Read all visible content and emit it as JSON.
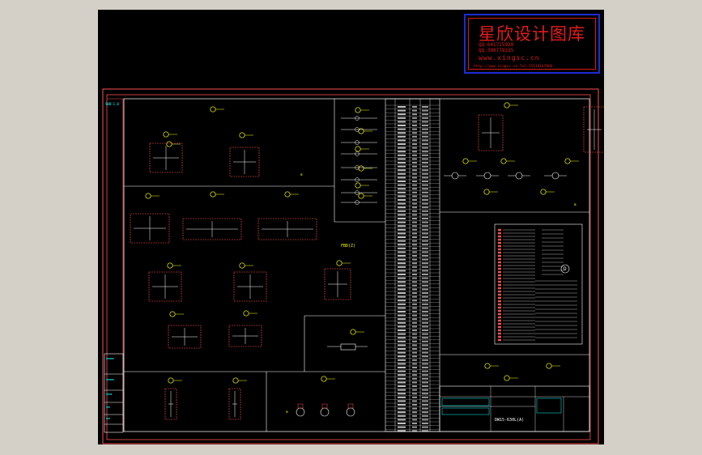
{
  "watermark": {
    "title": "星欣设计图库",
    "line1": "QQ:641725920",
    "line2": "QQ:398778335",
    "url": "www.xingsc.cn",
    "footer": "http://www.xingsc.cn   Tel:15118147966"
  },
  "drawing": {
    "corner_note": "SWB-1.0",
    "section_note_a": "m",
    "section_note_b": "m",
    "section_note_c": "m",
    "center_note": "FBD(Z)",
    "terminal_label": "D",
    "title_block_text": "DW15-630L(A)"
  },
  "colors": {
    "background": "#000000",
    "frame": "#ff5050",
    "lines": "#ffffff",
    "annotations": "#ffff00",
    "labels": "#00ffff",
    "watermark": "#e41c1c",
    "watermark_border": "#1e2bd6"
  }
}
